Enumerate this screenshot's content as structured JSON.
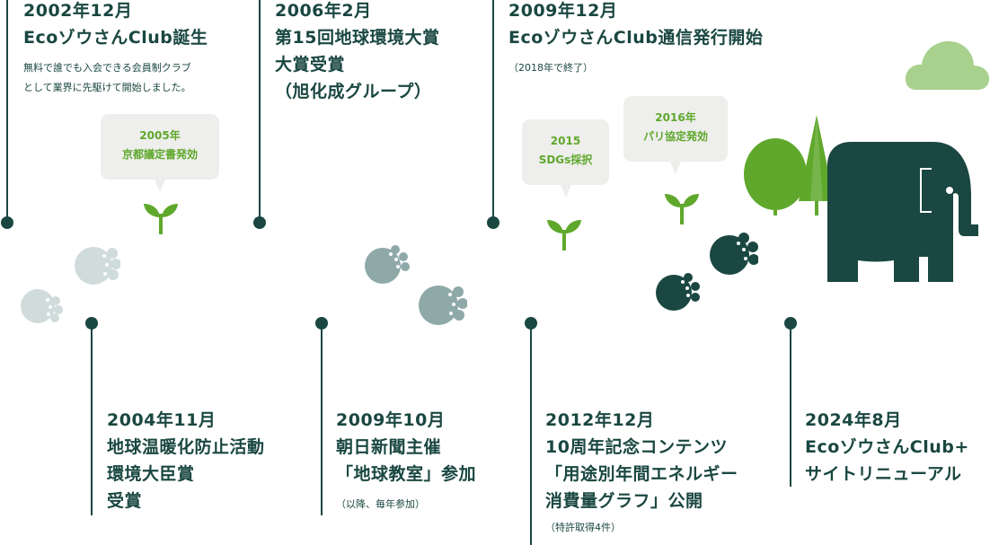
{
  "events_top": [
    {
      "date": "2002年12月",
      "title": "EcoゾウさんClub誕生",
      "note": "無料で誰でも入会できる会員制クラブ\nとして業界に先駆けて開始しました。"
    },
    {
      "date": "2006年2月",
      "title": "第15回地球環境大賞\n大賞受賞\n（旭化成グループ）",
      "note": ""
    },
    {
      "date": "2009年12月",
      "title": "EcoゾウさんClub通信発行開始",
      "note": "（2018年で終了）"
    }
  ],
  "events_bottom": [
    {
      "date": "2004年11月",
      "title": "地球温暖化防止活動\n環境大臣賞\n受賞",
      "note": ""
    },
    {
      "date": "2009年10月",
      "title": "朝日新聞主催\n「地球教室」参加",
      "note": "（以降、毎年参加）"
    },
    {
      "date": "2012年12月",
      "title": "10周年記念コンテンツ\n「用途別年間エネルギー\n消費量グラフ」公開",
      "note": "（特許取得4件）"
    },
    {
      "date": "2024年8月",
      "title": "EcoゾウさんClub+\nサイトリニューアル",
      "note": ""
    }
  ],
  "bubbles": [
    {
      "text": "2005年\n京都議定書発効"
    },
    {
      "text": "2015\nSDGs採択"
    },
    {
      "text": "2016年\nパリ協定発効"
    }
  ],
  "icons": [
    "sprout-icon",
    "paw-print-icon",
    "elephant-icon",
    "tree-icon",
    "cloud-icon"
  ],
  "colors": {
    "dark": "#1a4741",
    "green": "#5fa82c",
    "light_green": "#a9d18e",
    "paw_light": "#cfdcdb",
    "paw_mid": "#8ea9a7",
    "bubble": "#eeeeec"
  }
}
